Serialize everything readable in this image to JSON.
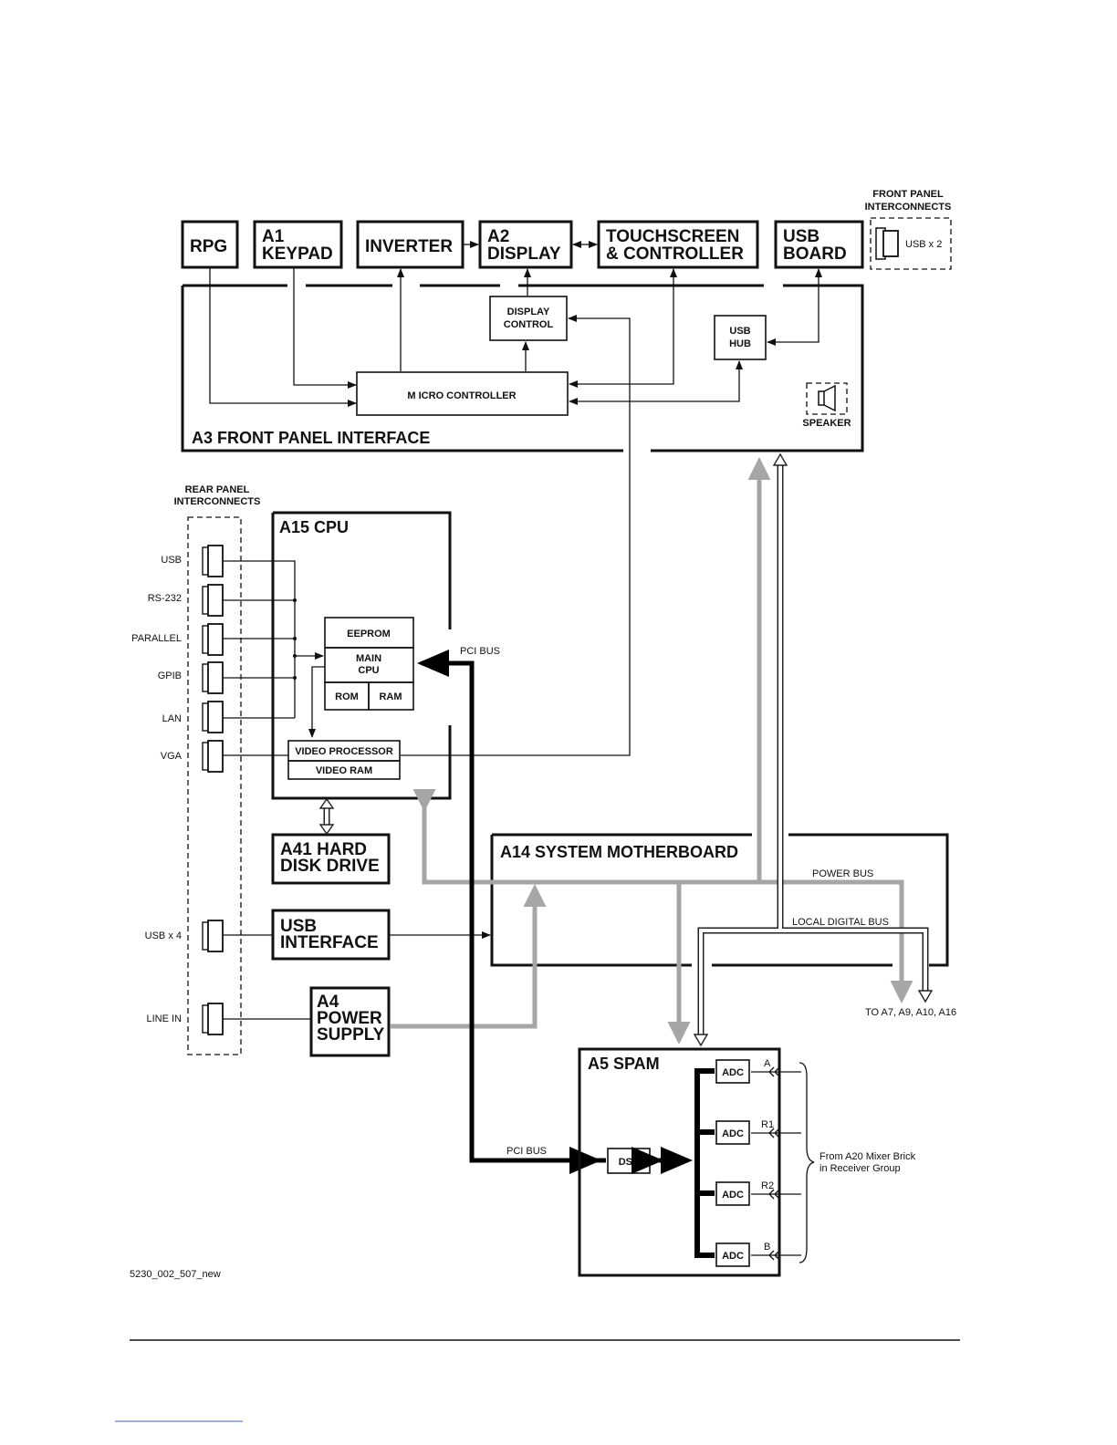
{
  "front_panel": {
    "interconnects_label_1": "FRONT PANEL",
    "interconnects_label_2": "INTERCONNECTS",
    "usb_port_label": "USB x 2"
  },
  "top_boxes": {
    "rpg": "RPG",
    "keypad_1": "A1",
    "keypad_2": "KEYPAD",
    "inverter": "INVERTER",
    "display_1": "A2",
    "display_2": "DISPLAY",
    "touch_1": "TOUCHSCREEN",
    "touch_2": "& CONTROLLER",
    "usb_board_1": "USB",
    "usb_board_2": "BOARD"
  },
  "a3": {
    "title": "A3 FRONT PANEL INTERFACE",
    "display_control_1": "DISPLAY",
    "display_control_2": "CONTROL",
    "usb_hub_1": "USB",
    "usb_hub_2": "HUB",
    "micro_controller": "M ICRO CONTROLLER",
    "speaker": "SPEAKER"
  },
  "rear_panel": {
    "label_1": "REAR PANEL",
    "label_2": "INTERCONNECTS",
    "ports": [
      "USB",
      "RS-232",
      "PARALLEL",
      "GPIB",
      "LAN",
      "VGA"
    ],
    "usb4": "USB x 4",
    "line_in": "LINE IN"
  },
  "a15": {
    "title": "A15 CPU",
    "eeprom": "EEPROM",
    "main_cpu_1": "MAIN",
    "main_cpu_2": "CPU",
    "rom": "ROM",
    "ram": "RAM",
    "video_processor": "VIDEO PROCESSOR",
    "video_ram": "VIDEO RAM",
    "pci_bus": "PCI BUS"
  },
  "a41": {
    "line_1": "A41 HARD",
    "line_2": "DISK DRIVE"
  },
  "usb_interface": {
    "line_1": "USB",
    "line_2": "INTERFACE"
  },
  "a4": {
    "line_1": "A4",
    "line_2": "POWER",
    "line_3": "SUPPLY"
  },
  "a14": {
    "title": "A14 SYSTEM MOTHERBOARD",
    "power_bus": "POWER BUS",
    "local_digital_bus": "LOCAL DIGITAL BUS",
    "to_label": "TO A7, A9, A10, A16"
  },
  "a5": {
    "title": "A5 SPAM",
    "dsp": "DSP",
    "adc": "ADC",
    "pci_bus": "PCI BUS",
    "inputs": [
      "A",
      "R1",
      "R2",
      "B"
    ],
    "from_1": "From A20 Mixer Brick",
    "from_2": "in Receiver Group"
  },
  "figure_id": "5230_002_507_new"
}
